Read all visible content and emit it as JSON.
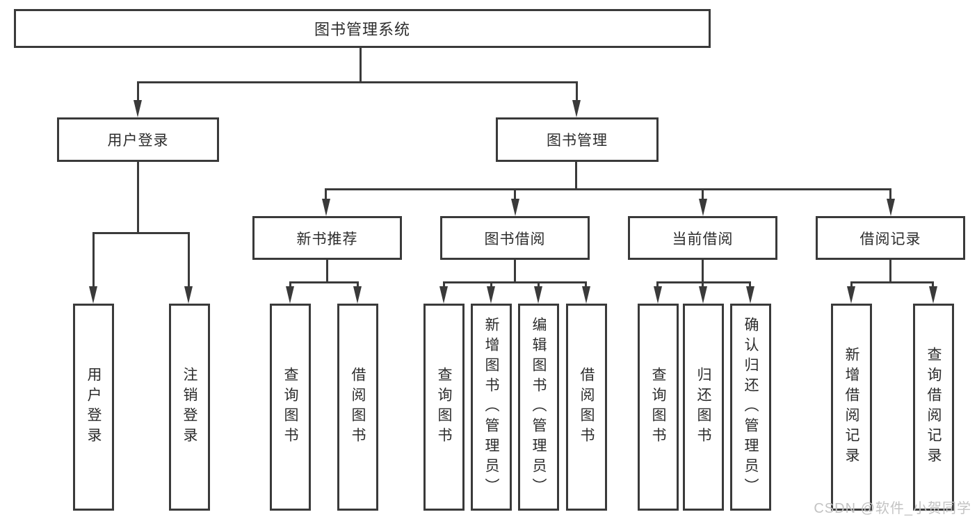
{
  "tree": {
    "root": "图书管理系统",
    "branches": [
      {
        "label": "用户登录",
        "children": [
          "用户登录",
          "注销登录"
        ]
      },
      {
        "label": "图书管理",
        "groups": [
          {
            "label": "新书推荐",
            "children": [
              "查询图书",
              "借阅图书"
            ]
          },
          {
            "label": "图书借阅",
            "children": [
              "查询图书",
              "新增图书（管理员）",
              "编辑图书（管理员）",
              "借阅图书"
            ]
          },
          {
            "label": "当前借阅",
            "children": [
              "查询图书",
              "归还图书",
              "确认归还（管理员）"
            ]
          },
          {
            "label": "借阅记录",
            "children": [
              "新增借阅记录",
              "查询借阅记录"
            ]
          }
        ]
      }
    ]
  },
  "watermark": "CSDN @软件_小贺同学",
  "colors": {
    "line": "#3a3a3a",
    "text": "#2c2c2c",
    "watermark": "#c3c3c3",
    "background": "#ffffff"
  }
}
